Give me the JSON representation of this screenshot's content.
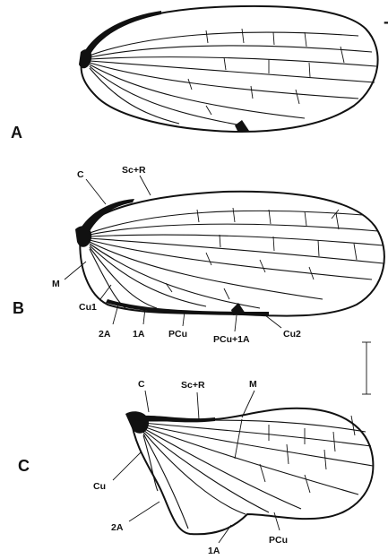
{
  "figure": {
    "panels": [
      {
        "id": "A",
        "letter": "A",
        "labels": []
      },
      {
        "id": "B",
        "letter": "B",
        "labels": [
          "C",
          "Sc+R",
          "M",
          "Cu1",
          "2A",
          "1A",
          "PCu",
          "PCu+1A",
          "Cu2"
        ]
      },
      {
        "id": "C",
        "letter": "C",
        "labels": [
          "C",
          "Sc+R",
          "M",
          "Cu",
          "2A",
          "1A",
          "PCu"
        ]
      }
    ],
    "scale_bar": true,
    "colors": {
      "ink": "#111111",
      "paper": "#ffffff"
    }
  }
}
